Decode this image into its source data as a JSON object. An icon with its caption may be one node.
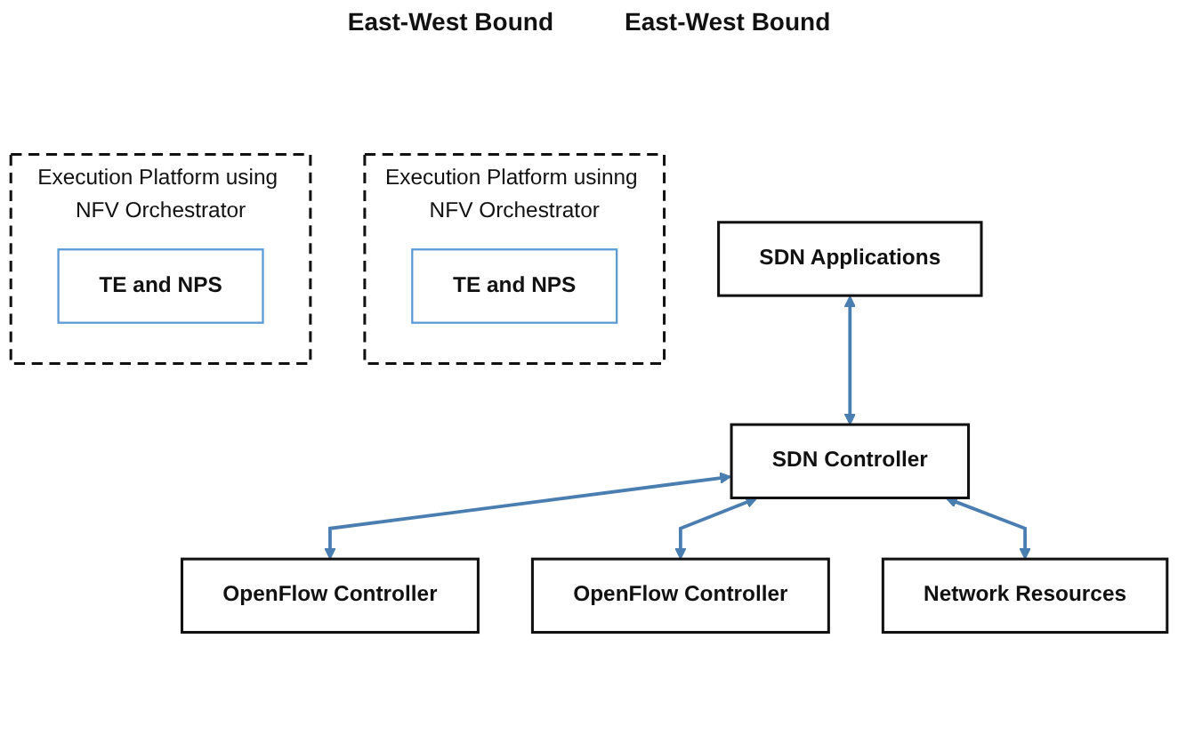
{
  "diagram": {
    "nodes": [
      {
        "text": [
          "Execution Platform usinng NFV Orchestrator"
        ]
      },
      {
        "text": [
          "TE and NPS"
        ],
        "in": 0
      },
      {
        "text": [
          "SDN Applications"
        ]
      },
      {
        "text": [
          "Execution Platform using NFV Orchestrator"
        ]
      },
      {
        "text": [
          "TE and NPS"
        ],
        "in": 3
      },
      {
        "text": [
          "OpenFlow Controller"
        ]
      },
      {
        "text": [
          "SDN Controller"
        ]
      },
      {
        "text": [
          "OpenFlow Controller"
        ]
      },
      {
        "text": [
          "Network Resources"
        ]
      }
    ],
    "edges": [
      {
        "from": 2,
        "to": 6,
        "arrow": "both"
      },
      {
        "from": 6,
        "to": 5,
        "arrow": "both"
      },
      {
        "from": 6,
        "to": 7,
        "arrow": "both"
      },
      {
        "from": 6,
        "to": 8,
        "arrow": "both"
      }
    ],
    "labels": [
      "East-West Bound",
      "East-West Bound"
    ]
  }
}
